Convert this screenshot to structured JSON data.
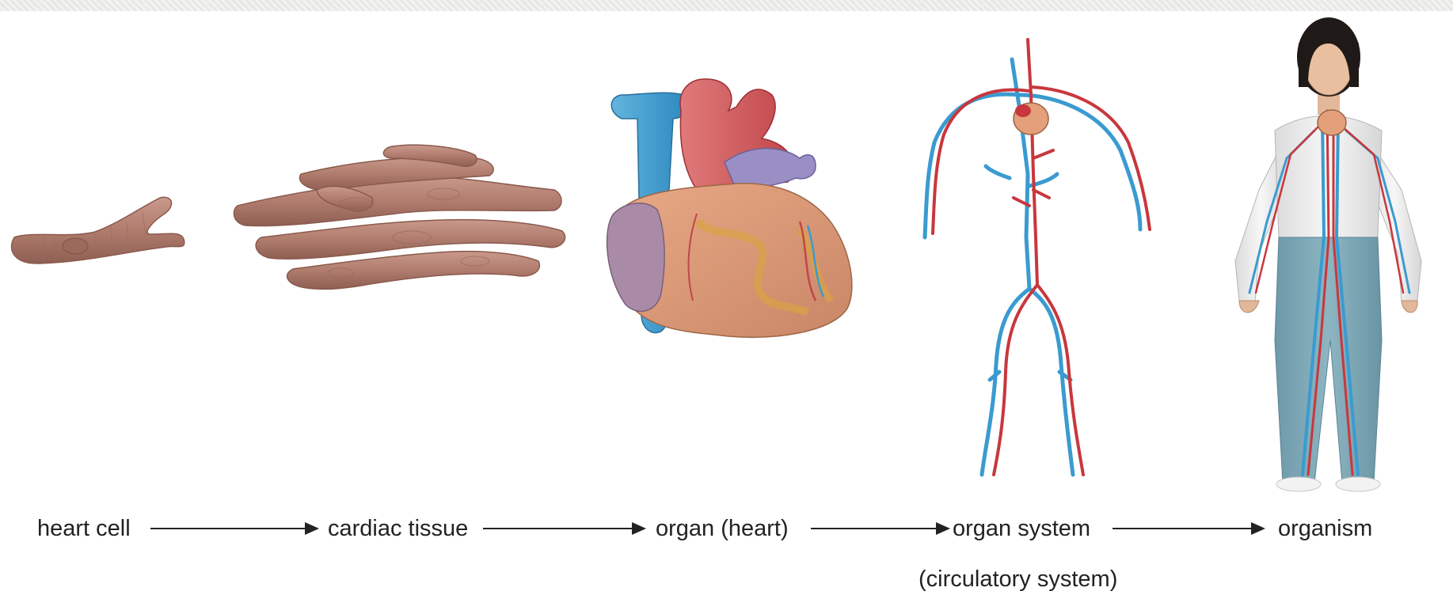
{
  "diagram": {
    "stages": [
      {
        "label": "heart cell"
      },
      {
        "label": "cardiac tissue"
      },
      {
        "label": "organ (heart)"
      },
      {
        "label": "organ system",
        "sublabel": "(circulatory system)"
      },
      {
        "label": "organism"
      }
    ],
    "colors": {
      "muscle": "#b27f72",
      "artery": "#c8373d",
      "vein": "#3a9bd0",
      "heart": "#e3a07a",
      "text": "#222222"
    }
  }
}
